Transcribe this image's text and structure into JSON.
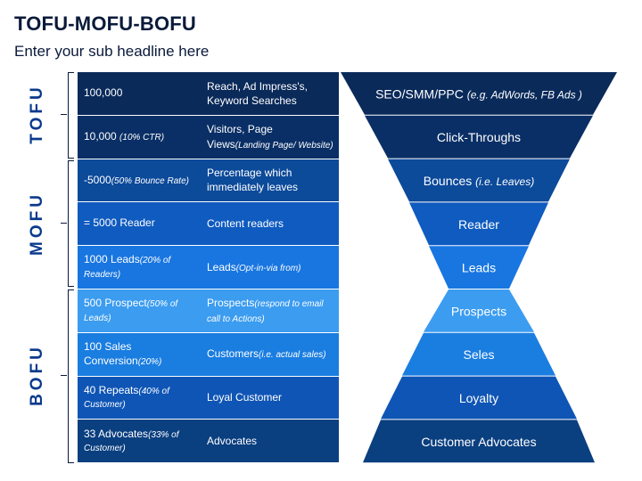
{
  "header": {
    "title": "TOFU-MOFU-BOFU",
    "subtitle": "Enter your sub headline here"
  },
  "stages": [
    "TOFU",
    "MOFU",
    "BOFU"
  ],
  "rows": [
    {
      "left": "100,000",
      "left_note": "",
      "right": "Reach, Ad Impress's, Keyword Searches",
      "right_note": "",
      "color": "#0a2a5a"
    },
    {
      "left": "10,000 ",
      "left_note": "(10% CTR)",
      "right": "Visitors, Page Views",
      "right_note": "(Landing Page/ Website)",
      "color": "#0a2f66"
    },
    {
      "left": "-5000",
      "left_note": "(50% Bounce Rate)",
      "right": "Percentage which immediately leaves",
      "right_note": "",
      "color": "#0c4a9a"
    },
    {
      "left": "= 5000 Reader",
      "left_note": "",
      "right": "Content readers",
      "right_note": "",
      "color": "#0f5bbf"
    },
    {
      "left": "1000 Leads",
      "left_note": "(20% of Readers)",
      "right": "Leads",
      "right_note": "(Opt-in-via from)",
      "color": "#1976e0"
    },
    {
      "left": "500 Prospect",
      "left_note": "(50% of Leads)",
      "right": "Prospects",
      "right_note": "(respond to email call to Actions)",
      "color": "#3b9cf0"
    },
    {
      "left": "100 Sales Conversion",
      "left_note": "(20%)",
      "right": "Customers",
      "right_note": "(i.e. actual sales)",
      "color": "#1a7de0"
    },
    {
      "left": "40 Repeats",
      "left_note": "(40% of Customer)",
      "right": "Loyal Customer",
      "right_note": "",
      "color": "#0f55b5"
    },
    {
      "left": "33 Advocates",
      "left_note": "(33% of Customer)",
      "right": "Advocates",
      "right_note": "",
      "color": "#0a3f80"
    }
  ],
  "funnel": [
    {
      "label": "SEO/SMM/PPC ",
      "note": "(e.g. AdWords, FB Ads )",
      "color": "#0a2a5a"
    },
    {
      "label": "Click-Throughs",
      "note": "",
      "color": "#0a2f66"
    },
    {
      "label": "Bounces ",
      "note": "(i.e. Leaves)",
      "color": "#0c4a9a"
    },
    {
      "label": "Reader",
      "note": "",
      "color": "#0f5bbf"
    },
    {
      "label": "Leads",
      "note": "",
      "color": "#1976e0"
    },
    {
      "label": "Prospects",
      "note": "",
      "color": "#3b9cf0"
    },
    {
      "label": "Seles",
      "note": "",
      "color": "#1a7de0"
    },
    {
      "label": "Loyalty",
      "note": "",
      "color": "#0f55b5"
    },
    {
      "label": "Customer Advocates",
      "note": "",
      "color": "#0a3f80"
    }
  ]
}
